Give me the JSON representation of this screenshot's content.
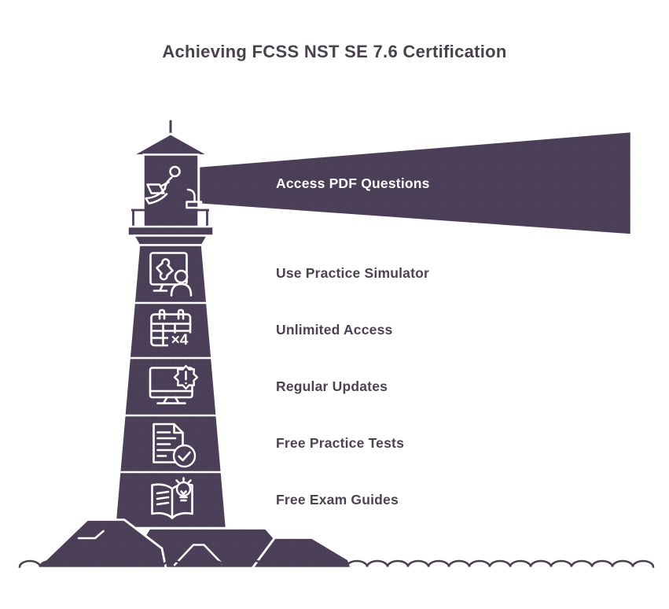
{
  "title": "Achieving FCSS NST SE 7.6 Certification",
  "beam": {
    "label": "Access PDF Questions"
  },
  "features": [
    {
      "label": "Use Practice Simulator",
      "icon": "practice-simulator-icon"
    },
    {
      "label": "Unlimited Access",
      "icon": "calendar-x4-icon"
    },
    {
      "label": "Regular Updates",
      "icon": "update-alert-icon"
    },
    {
      "label": "Free Practice Tests",
      "icon": "document-check-icon"
    },
    {
      "label": "Free Exam Guides",
      "icon": "book-lightbulb-icon"
    }
  ],
  "lantern": {
    "icon": "person-laptop-icon"
  },
  "calendar_badge": "×4",
  "colors": {
    "purple": "#4b3e57",
    "outline": "#ffffff",
    "title_text": "#48434a",
    "label_text": "#4b4450",
    "wave": "#4a4150",
    "background": "#ffffff"
  }
}
